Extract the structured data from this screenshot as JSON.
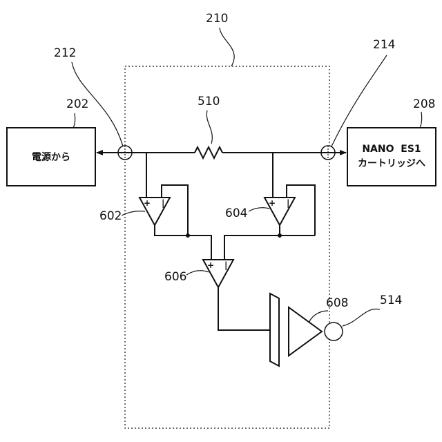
{
  "refs": {
    "module": "210",
    "port_left": "212",
    "port_right": "214",
    "power_box": "202",
    "cartridge_box": "208",
    "resistor": "510",
    "amp_left": "602",
    "amp_right": "604",
    "amp_diff": "606",
    "buffer": "608",
    "output": "514"
  },
  "boxes": {
    "power_label": "電源から",
    "cartridge_line1": "NANO  ES1",
    "cartridge_line2": "カートリッジへ"
  },
  "amp_signs": {
    "plus": "+",
    "minus": "|"
  }
}
